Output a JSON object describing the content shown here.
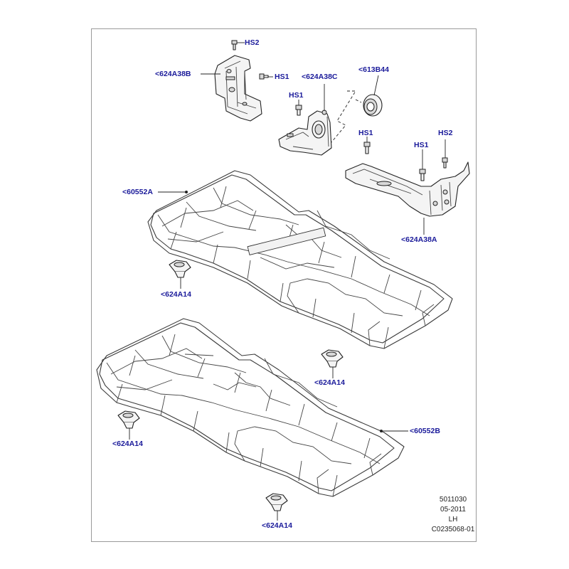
{
  "callouts": {
    "hs2_top": "HS2",
    "p624a38b": "<624A38B",
    "hs1_top": "HS1",
    "p624a38c": "<624A38C",
    "p613b44": "<613B44",
    "hs1_mid": "HS1",
    "hs1_right_mid": "HS1",
    "hs1_right": "HS1",
    "hs2_right": "HS2",
    "p60552a": "<60552A",
    "p624a38a": "<624A38A",
    "p624a14_upper_left": "<624A14",
    "p624a14_mid_right": "<624A14",
    "p624a14_lower_left": "<624A14",
    "p60552b": "<60552B",
    "p624a14_bottom": "<624A14"
  },
  "footer": {
    "line1": "5011030",
    "line2": "05-2011",
    "line3": "LH",
    "line4": "C0235068-01"
  },
  "colors": {
    "callout": "#1a1a9a",
    "line": "#222222"
  }
}
